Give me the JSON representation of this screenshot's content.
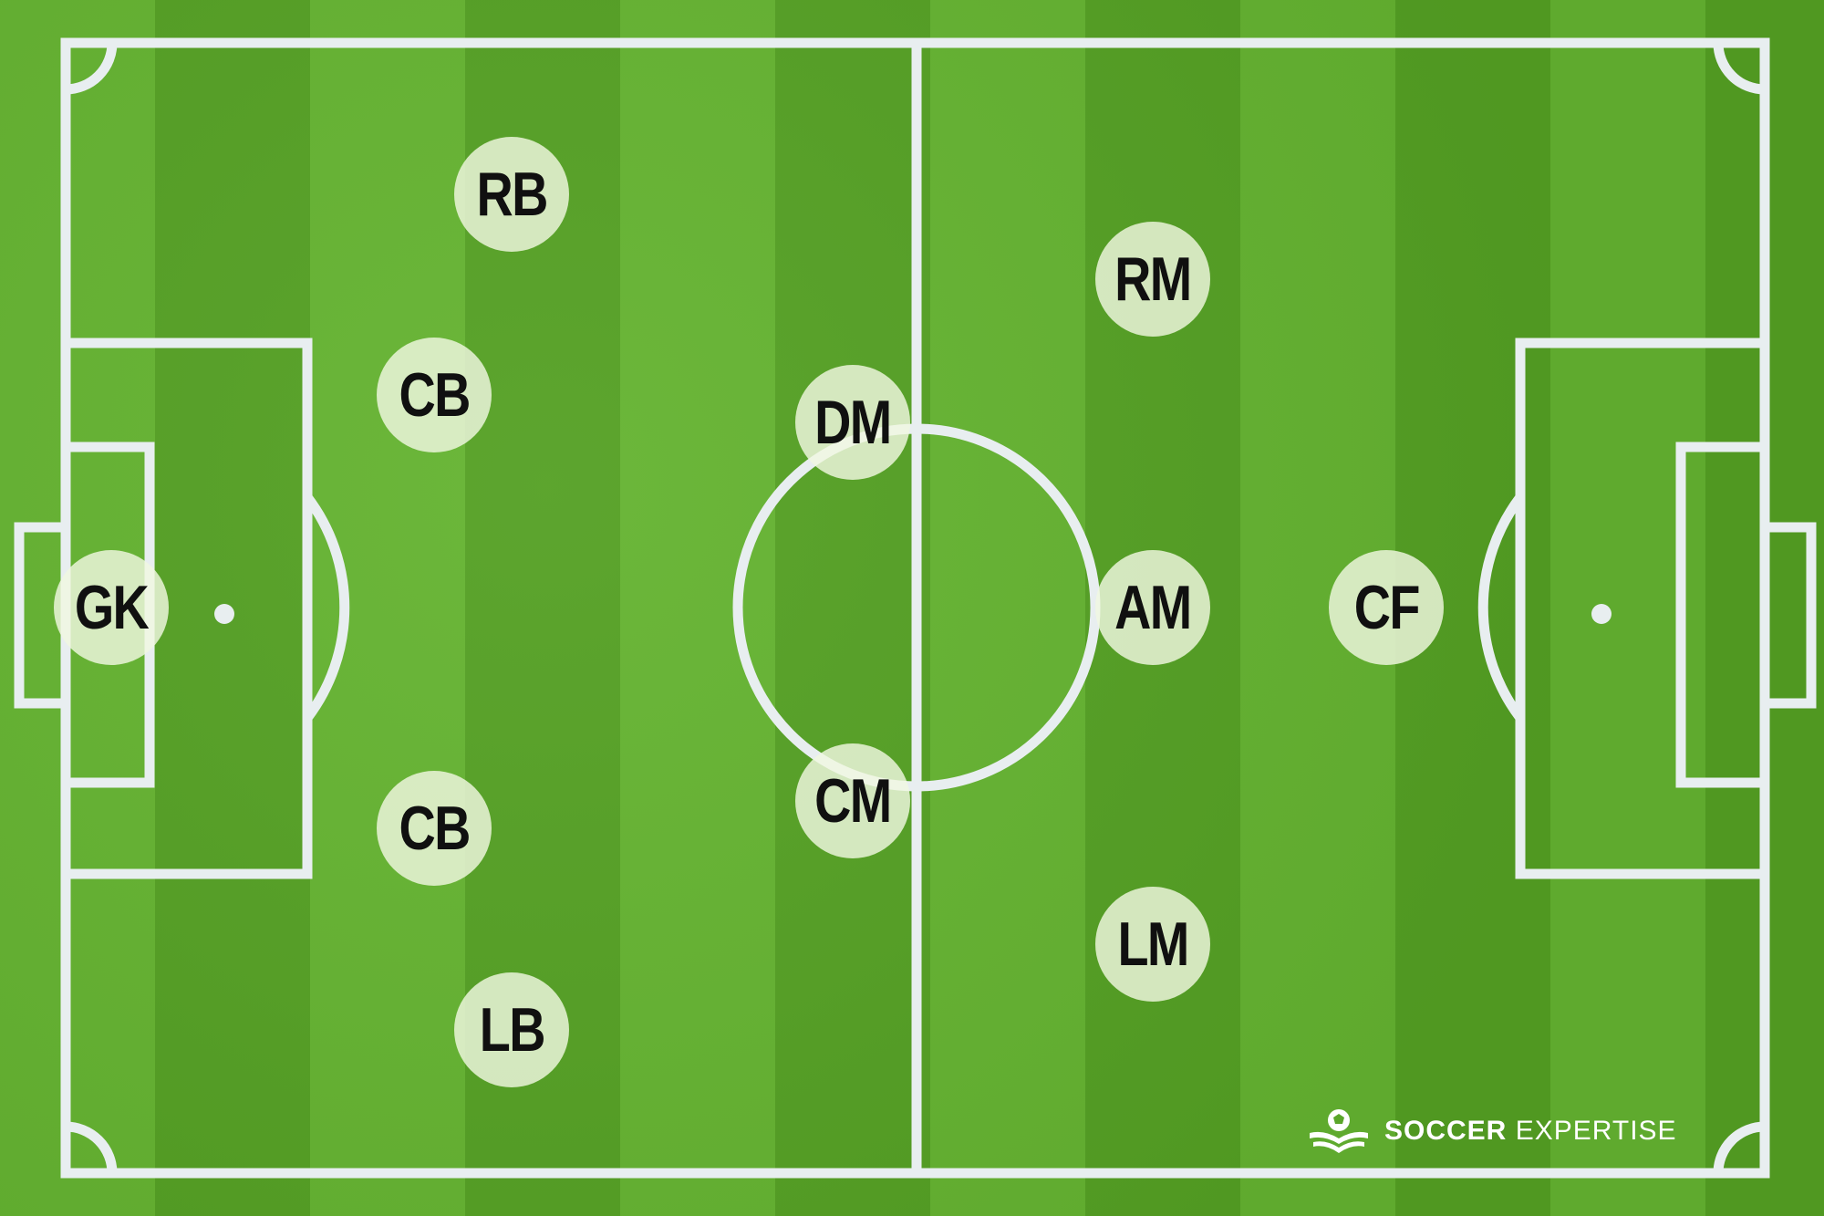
{
  "players": [
    {
      "label": "GK"
    },
    {
      "label": "RB"
    },
    {
      "label": "CB"
    },
    {
      "label": "CB"
    },
    {
      "label": "LB"
    },
    {
      "label": "DM"
    },
    {
      "label": "CM"
    },
    {
      "label": "RM"
    },
    {
      "label": "AM"
    },
    {
      "label": "LM"
    },
    {
      "label": "CF"
    }
  ],
  "brand": {
    "word1": "SOCCER",
    "word2": "EXPERTISE",
    "logo_icon": "soccer-ball-book-icon"
  },
  "colors": {
    "grass_light": "#64b330",
    "grass_dark": "#54a023",
    "lines": "#e8eef0",
    "marker": "#f0f8e1"
  }
}
